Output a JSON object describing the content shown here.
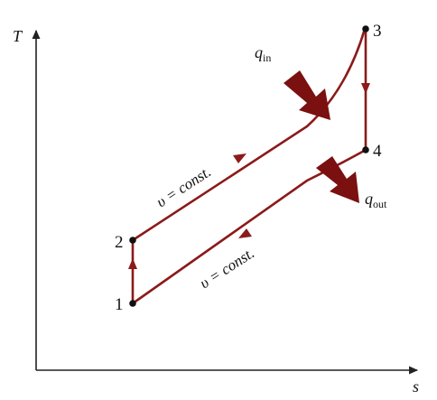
{
  "diagram": {
    "axes": {
      "y_label": "T",
      "x_label": "s"
    },
    "points": {
      "p1": "1",
      "p2": "2",
      "p3": "3",
      "p4": "4"
    },
    "heat_in": {
      "symbol": "q",
      "subscript": "in"
    },
    "heat_out": {
      "symbol": "q",
      "subscript": "out"
    },
    "curve_labels": {
      "upper": "υ = const.",
      "lower": "υ = const."
    },
    "colors": {
      "process_line": "#8b1a1a",
      "heat_arrow": "#7a1010",
      "axis": "#222222",
      "point": "#111111"
    }
  }
}
